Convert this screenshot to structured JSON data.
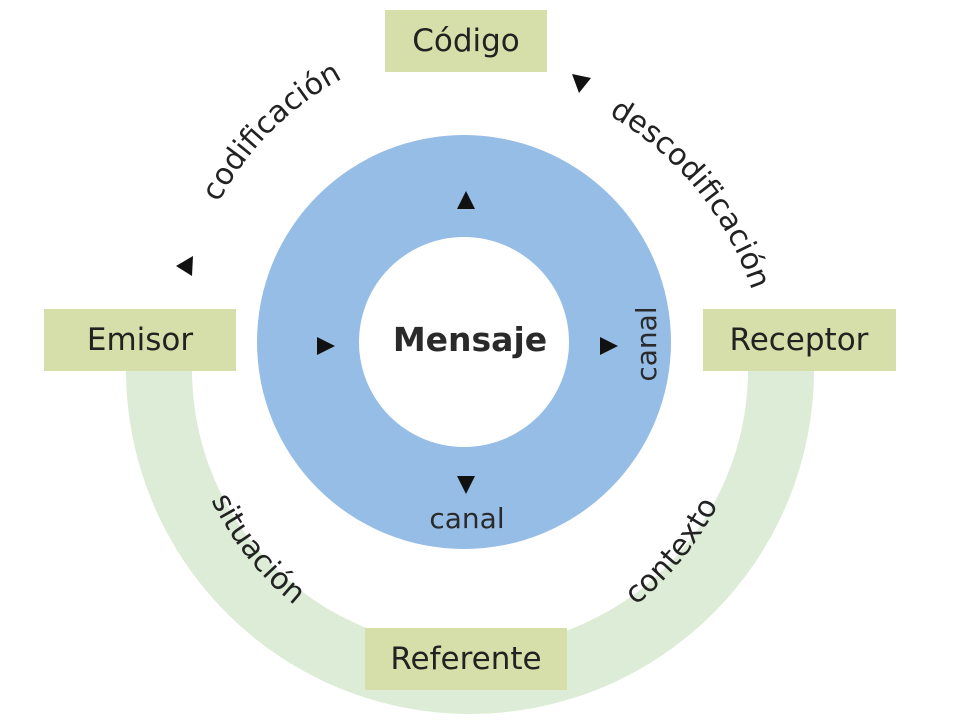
{
  "diagram": {
    "colors": {
      "box_fill": "#d6dfa9",
      "blue_ring": "#96bde6",
      "green_arc": "#dcecd6",
      "text": "#222222",
      "arrow": "#111111"
    },
    "nodes": {
      "codigo": "Código",
      "emisor": "Emisor",
      "receptor": "Receptor",
      "referente": "Referente",
      "mensaje": "Mensaje"
    },
    "canal_labels": {
      "right": "canal",
      "bottom": "canal"
    },
    "arc_labels": {
      "codificacion": "codificación",
      "descodificacion": "descodificación",
      "situacion": "situación",
      "contexto": "contexto"
    },
    "icons": {
      "arrow": "triangle-arrow-icon"
    }
  }
}
